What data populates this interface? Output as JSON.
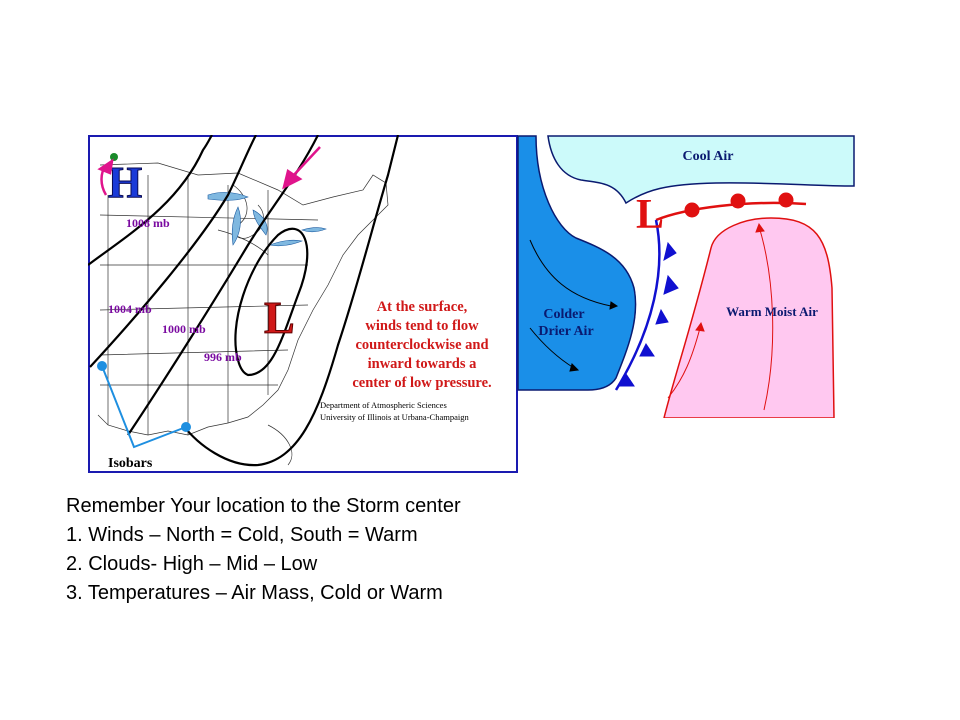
{
  "map": {
    "high_label": "H",
    "low_label": "L",
    "isobars": [
      "1008 mb",
      "1004 mb",
      "1000 mb",
      "996 mb"
    ],
    "caption_lines": [
      "At the surface,",
      "winds tend to flow",
      "counterclockwise and",
      "inward towards a",
      "center of low pressure."
    ],
    "credit_lines": [
      "Department of Atmospheric Sciences",
      "University of Illinois at Urbana-Champaign"
    ],
    "isobars_label": "Isobars",
    "colors": {
      "high": "#1a3ad8",
      "low": "#d01818",
      "isobar_label": "#7a0aa0",
      "arrow": "#e0148c",
      "pointer": "#1e8fe0",
      "border": "#1a1ab0"
    }
  },
  "fronts": {
    "low_label": "L",
    "cool_air": "Cool Air",
    "colder_air": [
      "Colder",
      "Drier Air"
    ],
    "warm_air": "Warm Moist Air",
    "colors": {
      "cool": "#ccfafa",
      "cold": "#1a8fe8",
      "warm": "#ffc8f0",
      "front_warm": "#e01010",
      "front_cold": "#1010d0",
      "label": "#0a1a70"
    }
  },
  "notes": [
    "Remember Your location to the Storm center",
    "1. Winds – North = Cold, South = Warm",
    "2. Clouds- High – Mid – Low",
    "3. Temperatures – Air Mass, Cold or Warm"
  ]
}
